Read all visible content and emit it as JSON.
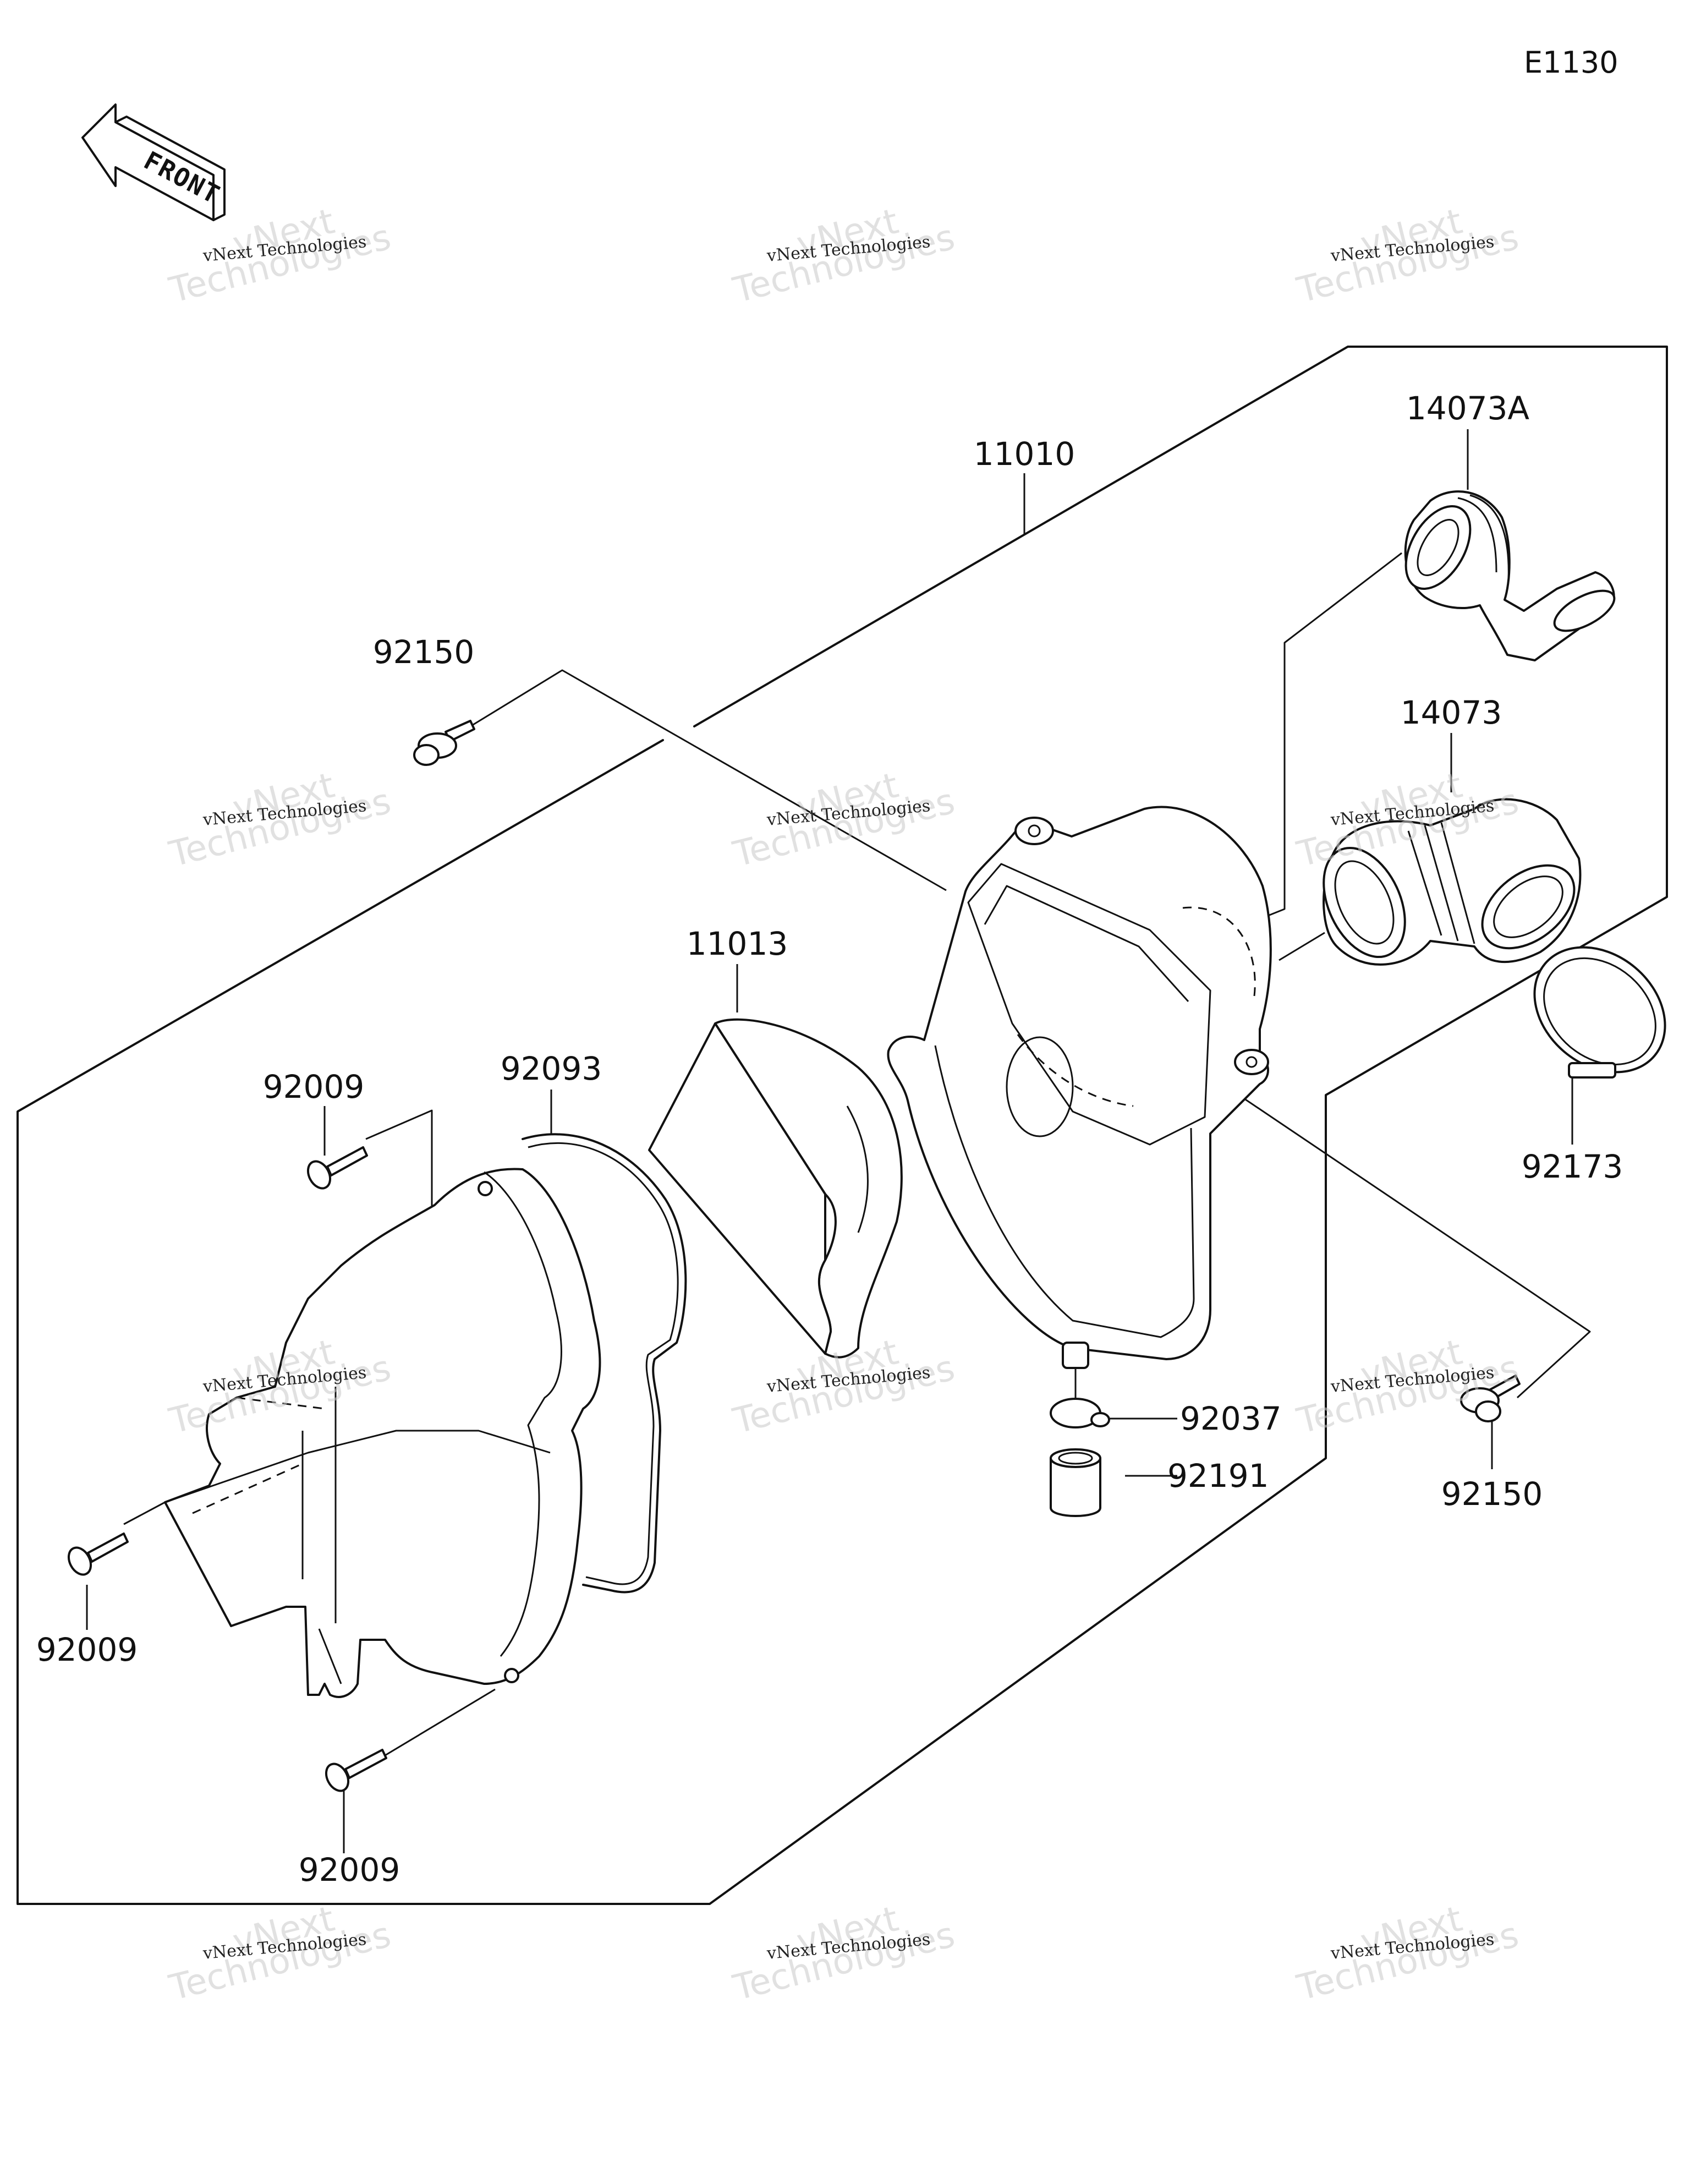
{
  "diagram_code": "E1130",
  "front_label": "FRONT",
  "watermark": {
    "name": "vNext Technologies",
    "big_top": "vNext",
    "big_bottom": "Technologies"
  },
  "parts": {
    "p11010": "11010",
    "p14073A": "14073A",
    "p14073": "14073",
    "p92150_top": "92150",
    "p92150_right": "92150",
    "p11013": "11013",
    "p92093": "92093",
    "p92009_upper": "92009",
    "p92009_left": "92009",
    "p92009_bottom": "92009",
    "p92173": "92173",
    "p92037": "92037",
    "p92191": "92191"
  }
}
